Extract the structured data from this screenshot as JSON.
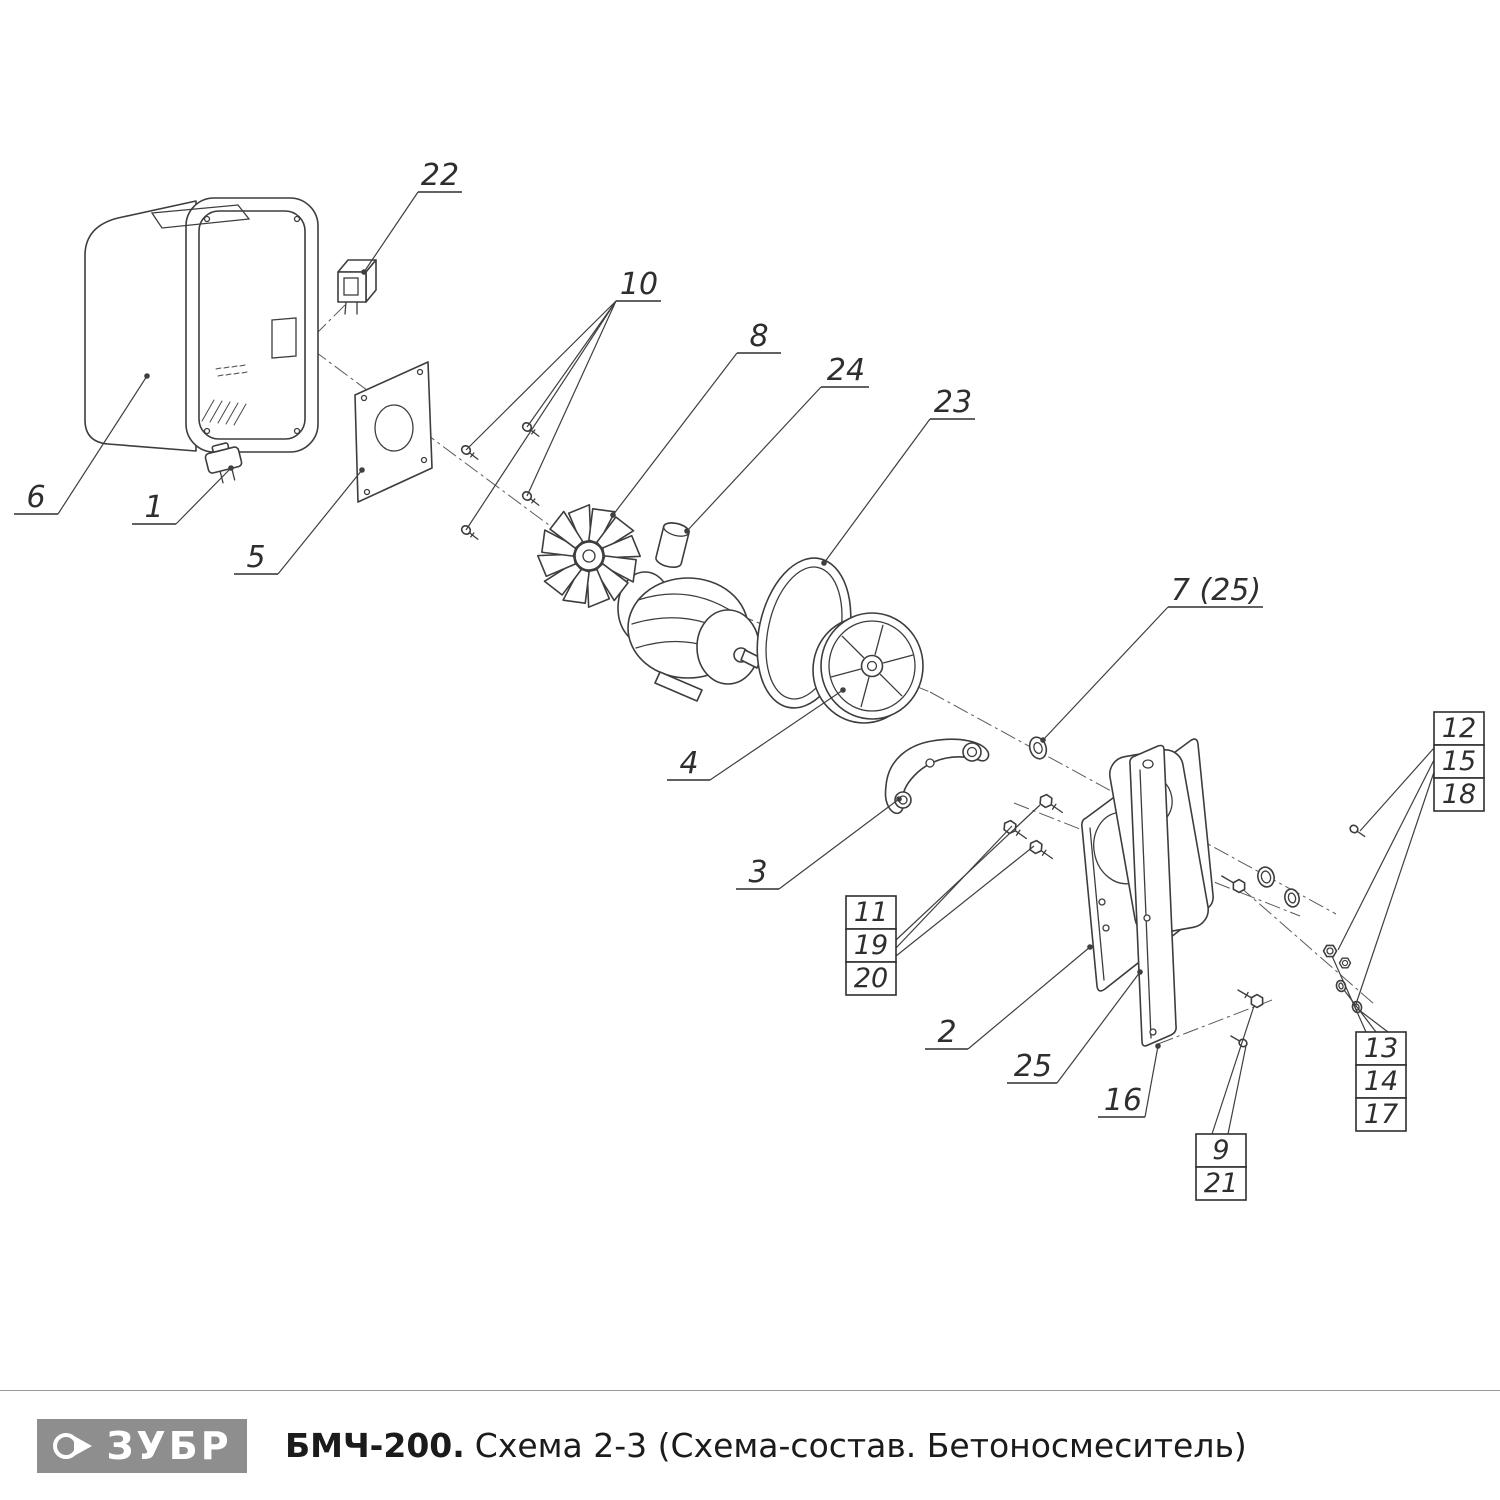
{
  "footer": {
    "brand": "ЗУБР",
    "model": "БМЧ-200.",
    "subtitle": "Схема 2-3 (Схема-состав. Бетоносмеситель)"
  },
  "callouts": {
    "n1": "1",
    "n2": "2",
    "n3": "3",
    "n4": "4",
    "n5": "5",
    "n6": "6",
    "n7_25": "7 (25)",
    "n8": "8",
    "n9": "9",
    "n10": "10",
    "n11": "11",
    "n12": "12",
    "n13": "13",
    "n14": "14",
    "n15": "15",
    "n16": "16",
    "n17": "17",
    "n18": "18",
    "n19": "19",
    "n20": "20",
    "n21": "21",
    "n22": "22",
    "n23": "23",
    "n24": "24",
    "n25": "25"
  }
}
